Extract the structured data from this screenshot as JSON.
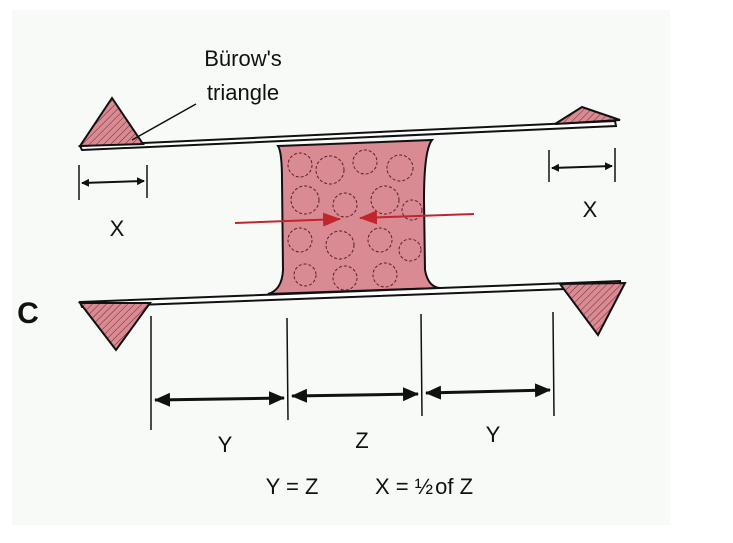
{
  "figure": {
    "panel_label": "C",
    "callout": {
      "line1": "Bürow's",
      "line2": "triangle"
    },
    "dimensions": {
      "x_left": "X",
      "x_right": "X",
      "y_left": "Y",
      "z_center": "Z",
      "y_right": "Y"
    },
    "equation": {
      "left": "Y = Z",
      "right_prefix": "X = ",
      "fraction": "½",
      "right_suffix": "of Z"
    }
  },
  "colors": {
    "tissue": "#d98a92",
    "arrow_red": "#c0262c",
    "background": "#f7faf6",
    "ink": "#111111"
  }
}
